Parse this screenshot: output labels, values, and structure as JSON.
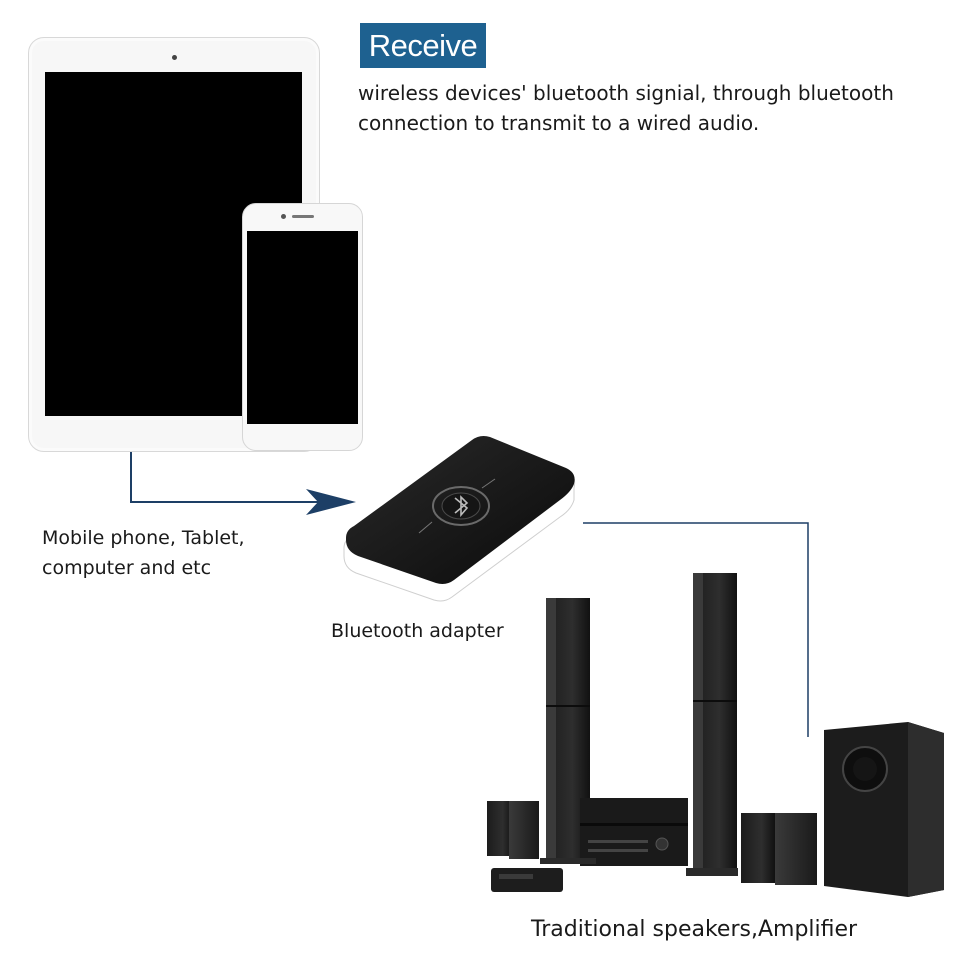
{
  "header": {
    "badge": "Receive",
    "description_line1": "wireless devices' bluetooth signial, through bluetooth",
    "description_line2": "connection to transmit to a wired audio."
  },
  "labels": {
    "mobile_line1": "Mobile phone, Tablet,",
    "mobile_line2": "computer and etc",
    "adapter": "Bluetooth adapter",
    "speakers": "Traditional speakers,Amplifier"
  },
  "colors": {
    "badge_bg": "#1e6190",
    "arrow": "#1d3f66",
    "line": "#1d3f66"
  }
}
